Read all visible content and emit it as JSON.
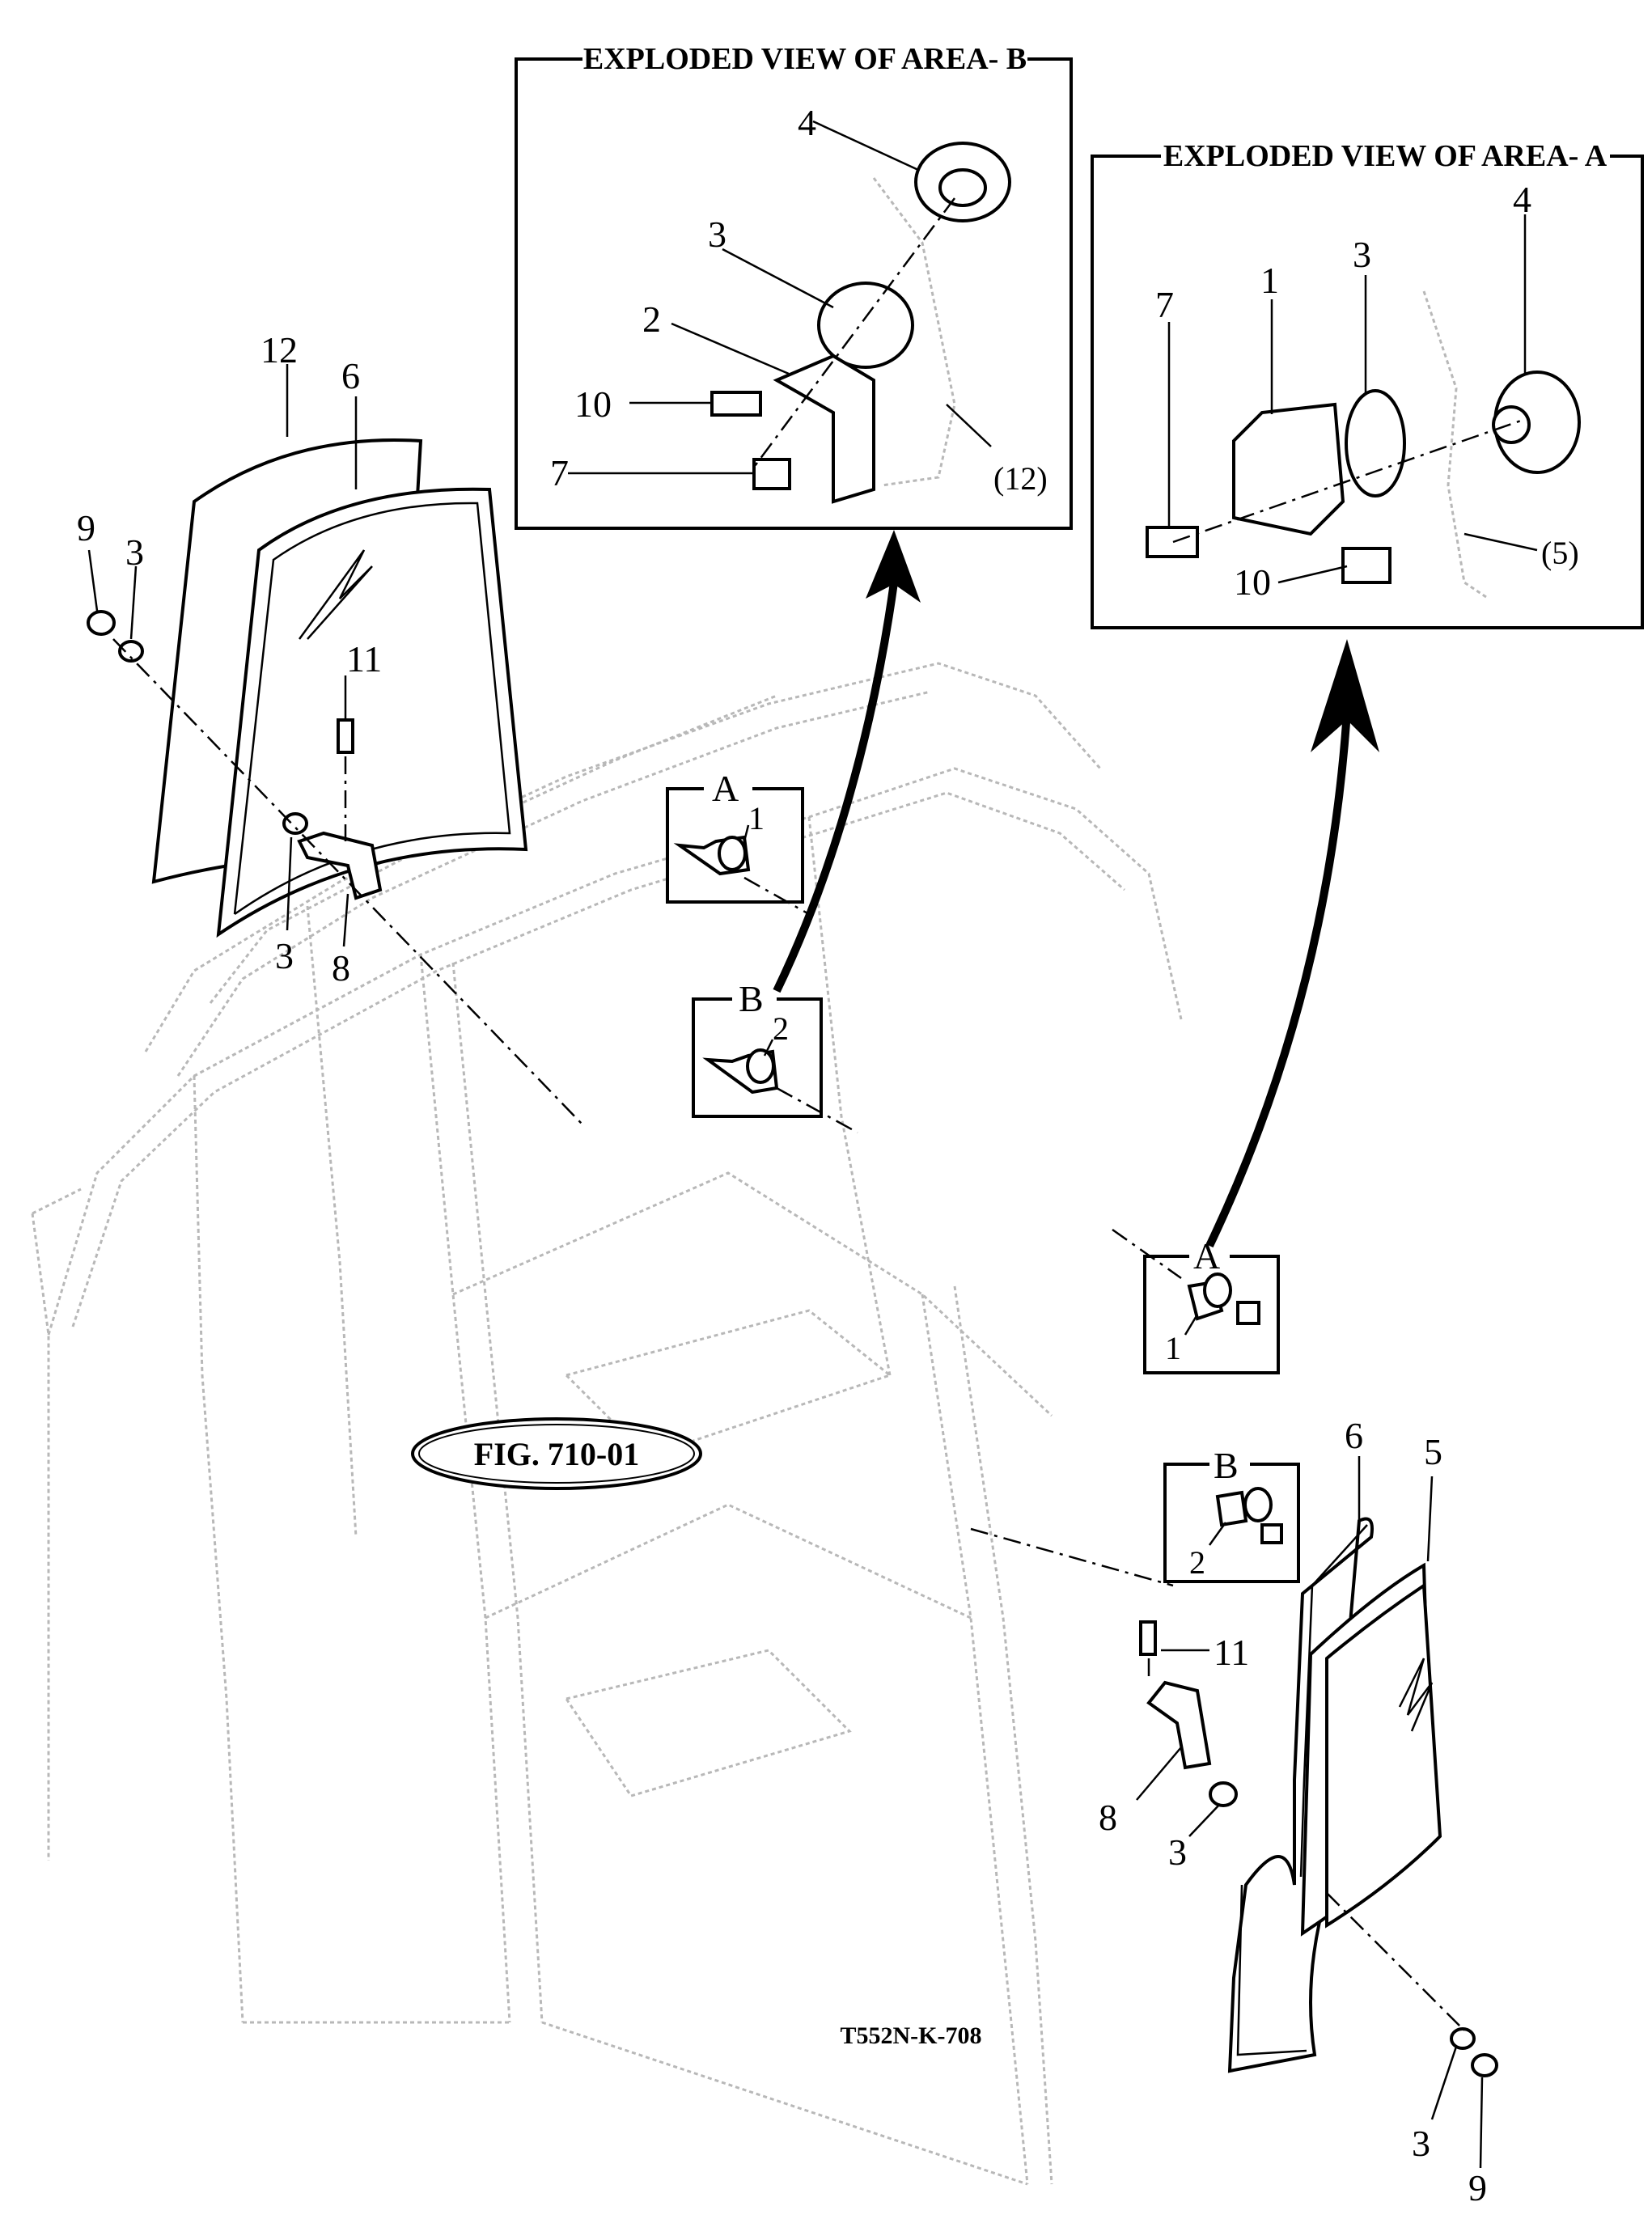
{
  "title_area_b": "EXPLODED VIEW OF AREA- B",
  "title_area_a": "EXPLODED VIEW OF AREA- A",
  "figure_ref": "FIG. 710-01",
  "drawing_code": "T552N-K-708",
  "labels": {
    "b_4": "4",
    "b_3": "3",
    "b_2": "2",
    "b_10": "10",
    "b_7": "7",
    "b_12": "(12)",
    "a_7": "7",
    "a_1": "1",
    "a_3": "3",
    "a_4": "4",
    "a_10": "10",
    "a_5": "(5)",
    "l_12": "12",
    "l_6": "6",
    "l_9": "9",
    "l_3a": "3",
    "l_11": "11",
    "l_3b": "3",
    "l_8": "8",
    "ia_A": "A",
    "ia_1": "1",
    "ib_B": "B",
    "ib_2": "2",
    "ra_A": "A",
    "ra_1": "1",
    "rb_B": "B",
    "rb_2": "2",
    "r_6": "6",
    "r_5": "5",
    "r_11": "11",
    "r_8": "8",
    "r_3a": "3",
    "r_3b": "3",
    "r_9": "9"
  }
}
